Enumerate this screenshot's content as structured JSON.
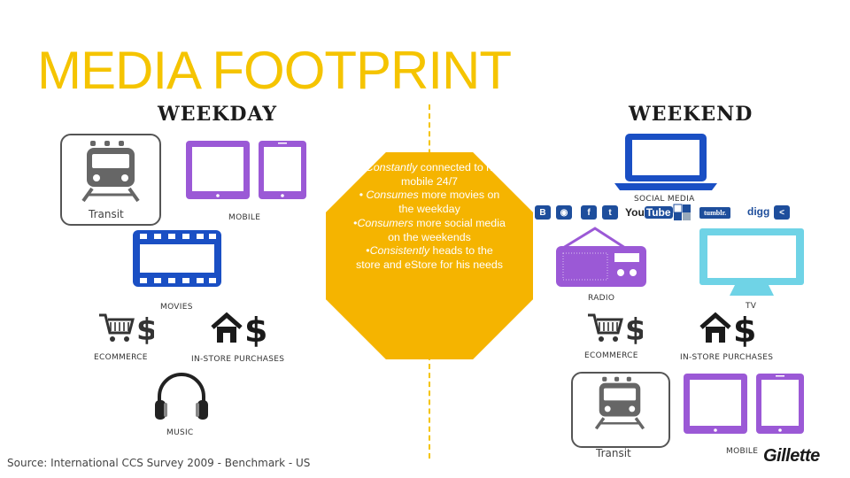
{
  "title": "MEDIA FOOTPRINT",
  "weekday": {
    "heading": "Weekday",
    "transit_label": "Transit",
    "mobile_label": "MOBILE",
    "movies_label": "MOVIES",
    "ecommerce_label": "ECOMMERCE",
    "instore_label": "IN-STORE PURCHASES",
    "music_label": "MUSIC"
  },
  "weekend": {
    "heading": "Weekend",
    "social_label": "SOCIAL MEDIA",
    "radio_label": "RADIO",
    "tv_label": "TV",
    "ecommerce_label": "ECOMMERCE",
    "instore_label": "IN-STORE PURCHASES",
    "transit_label": "Transit",
    "mobile_label": "MOBILE"
  },
  "center_bullets": {
    "b1_em": "Constantly",
    "b1_rest": "connected to his mobile 24/7",
    "b2_em": "Consumes",
    "b2_rest": "more movies on the weekday",
    "b3_em": "Consumers",
    "b3_rest": "more social media on the weekends",
    "b4_em": "Consistently",
    "b4_rest": "heads to the store and eStore for his needs"
  },
  "social_logos": {
    "youtube_you": "You",
    "youtube_tube": "Tube",
    "tumblr": "tumblr.",
    "digg": "digg"
  },
  "source": "Source: International CCS Survey 2009  - Benchmark - US",
  "brand": "Gillette",
  "colors": {
    "title": "#f5c400",
    "octagon": "#f5b400",
    "purple": "#9b59d6",
    "blue": "#1a4fc4",
    "cyan": "#6fd3e6"
  }
}
